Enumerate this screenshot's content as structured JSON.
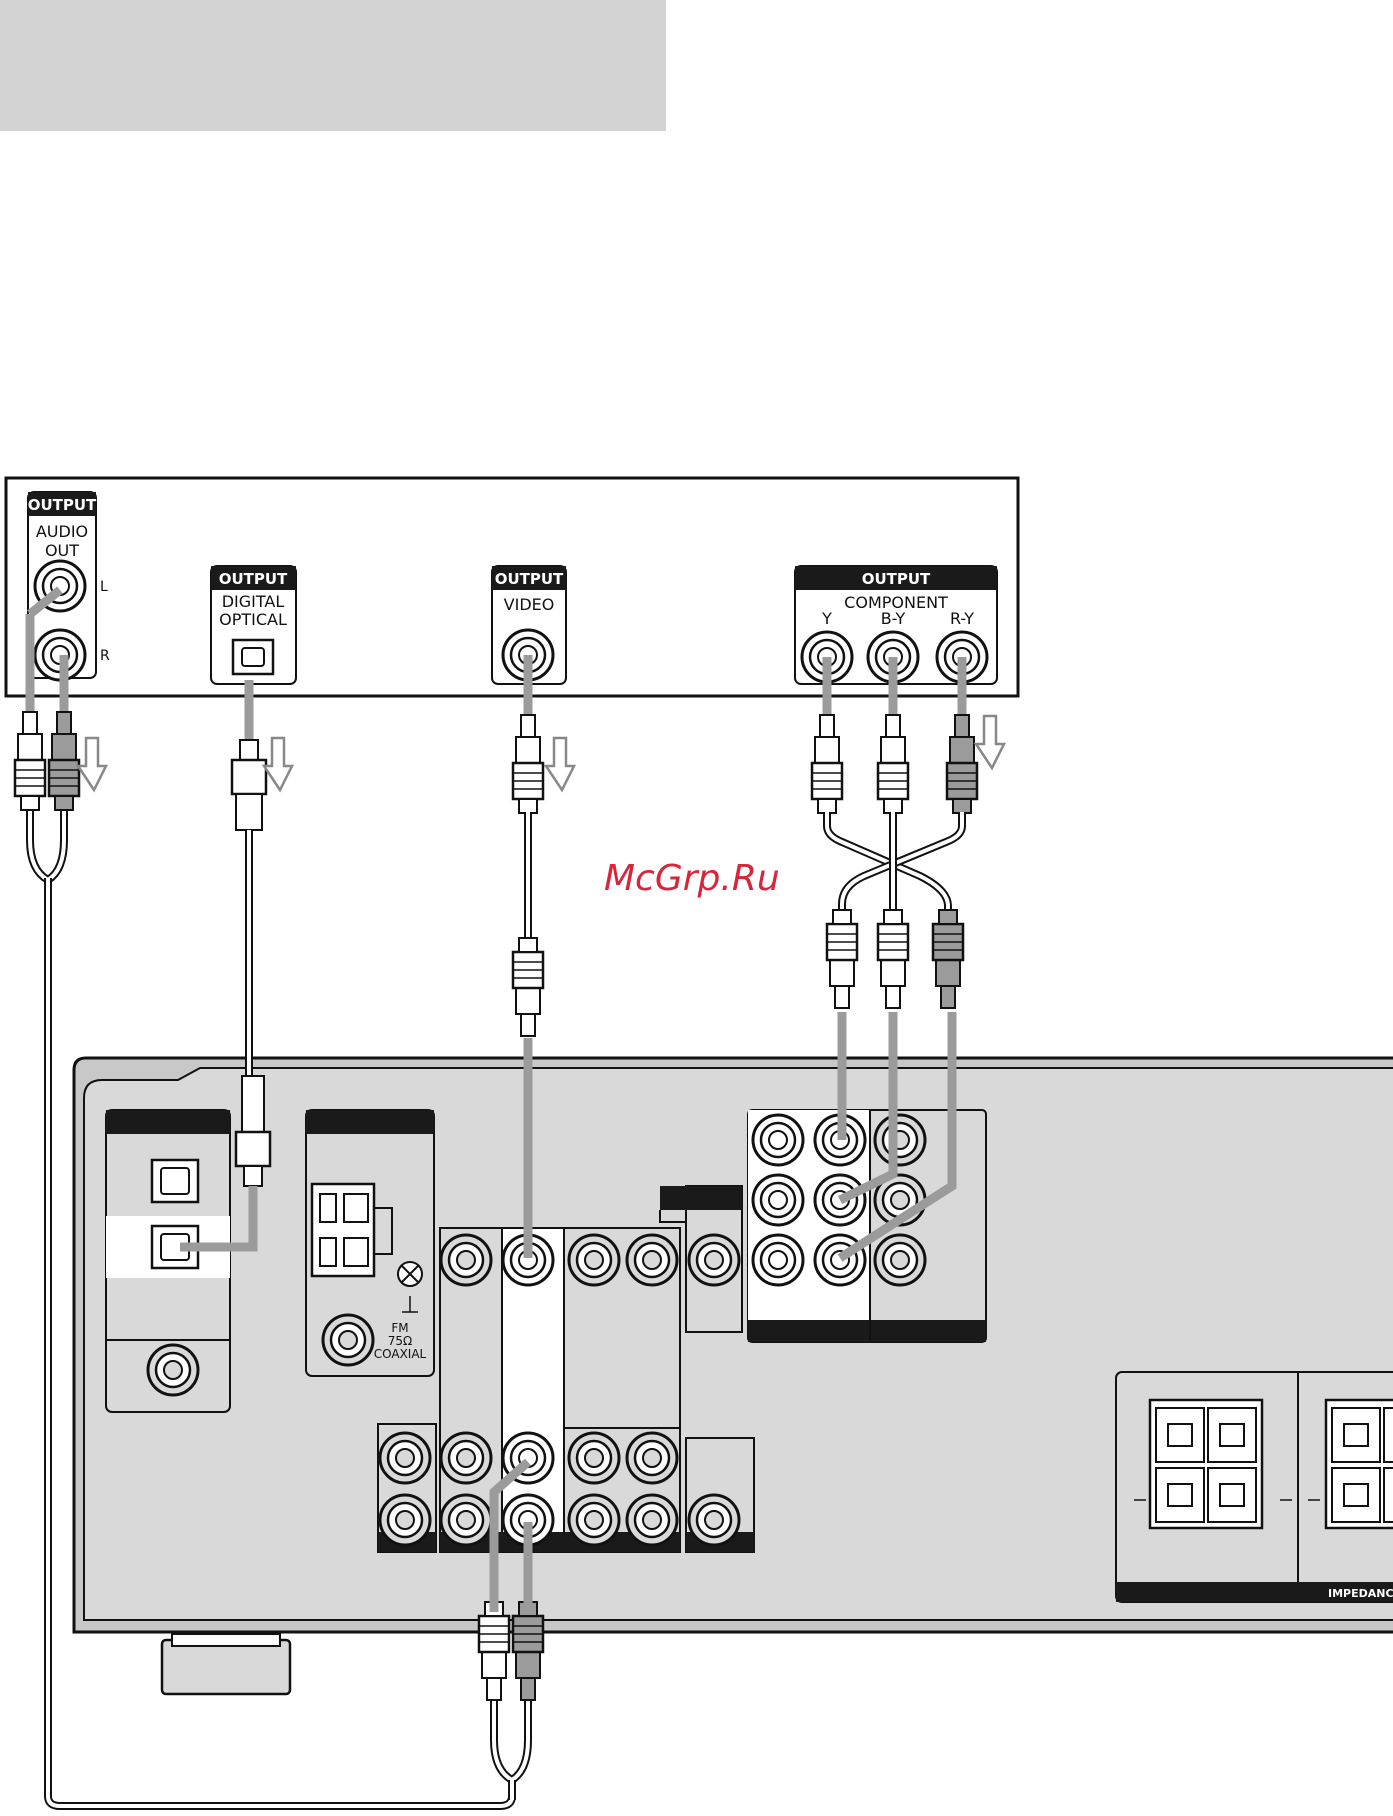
{
  "player": {
    "output_header": "OUTPUT",
    "audio_out": {
      "line1": "AUDIO",
      "line2": "OUT",
      "left": "L",
      "right": "R"
    },
    "digital_optical": {
      "line1": "DIGITAL",
      "line2": "OPTICAL"
    },
    "video": "VIDEO",
    "component": {
      "title": "COMPONENT",
      "y": "Y",
      "by": "B-Y",
      "ry": "R-Y"
    }
  },
  "receiver": {
    "fm": {
      "line1": "FM",
      "line2": "75Ω",
      "line3": "COAXIAL"
    },
    "impedance": "IMPEDANC"
  },
  "watermark": "McGrp.Ru",
  "colors": {
    "panel": "#d9d9d9",
    "cable": "#9b9b9b",
    "header": "#1a1a1a",
    "watermark": "#d6263a"
  }
}
